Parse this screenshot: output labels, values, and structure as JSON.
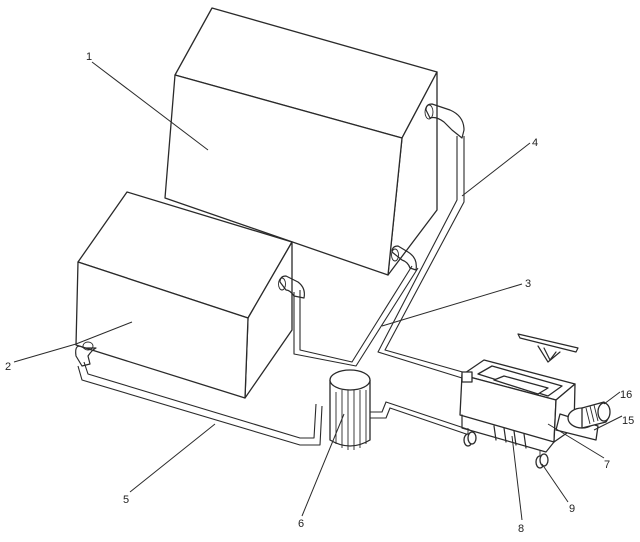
{
  "labels": {
    "l1": "1",
    "l2": "2",
    "l3": "3",
    "l4": "4",
    "l5": "5",
    "l6": "6",
    "l7": "7",
    "l8": "8",
    "l9": "9",
    "l15": "15",
    "l16": "16"
  }
}
